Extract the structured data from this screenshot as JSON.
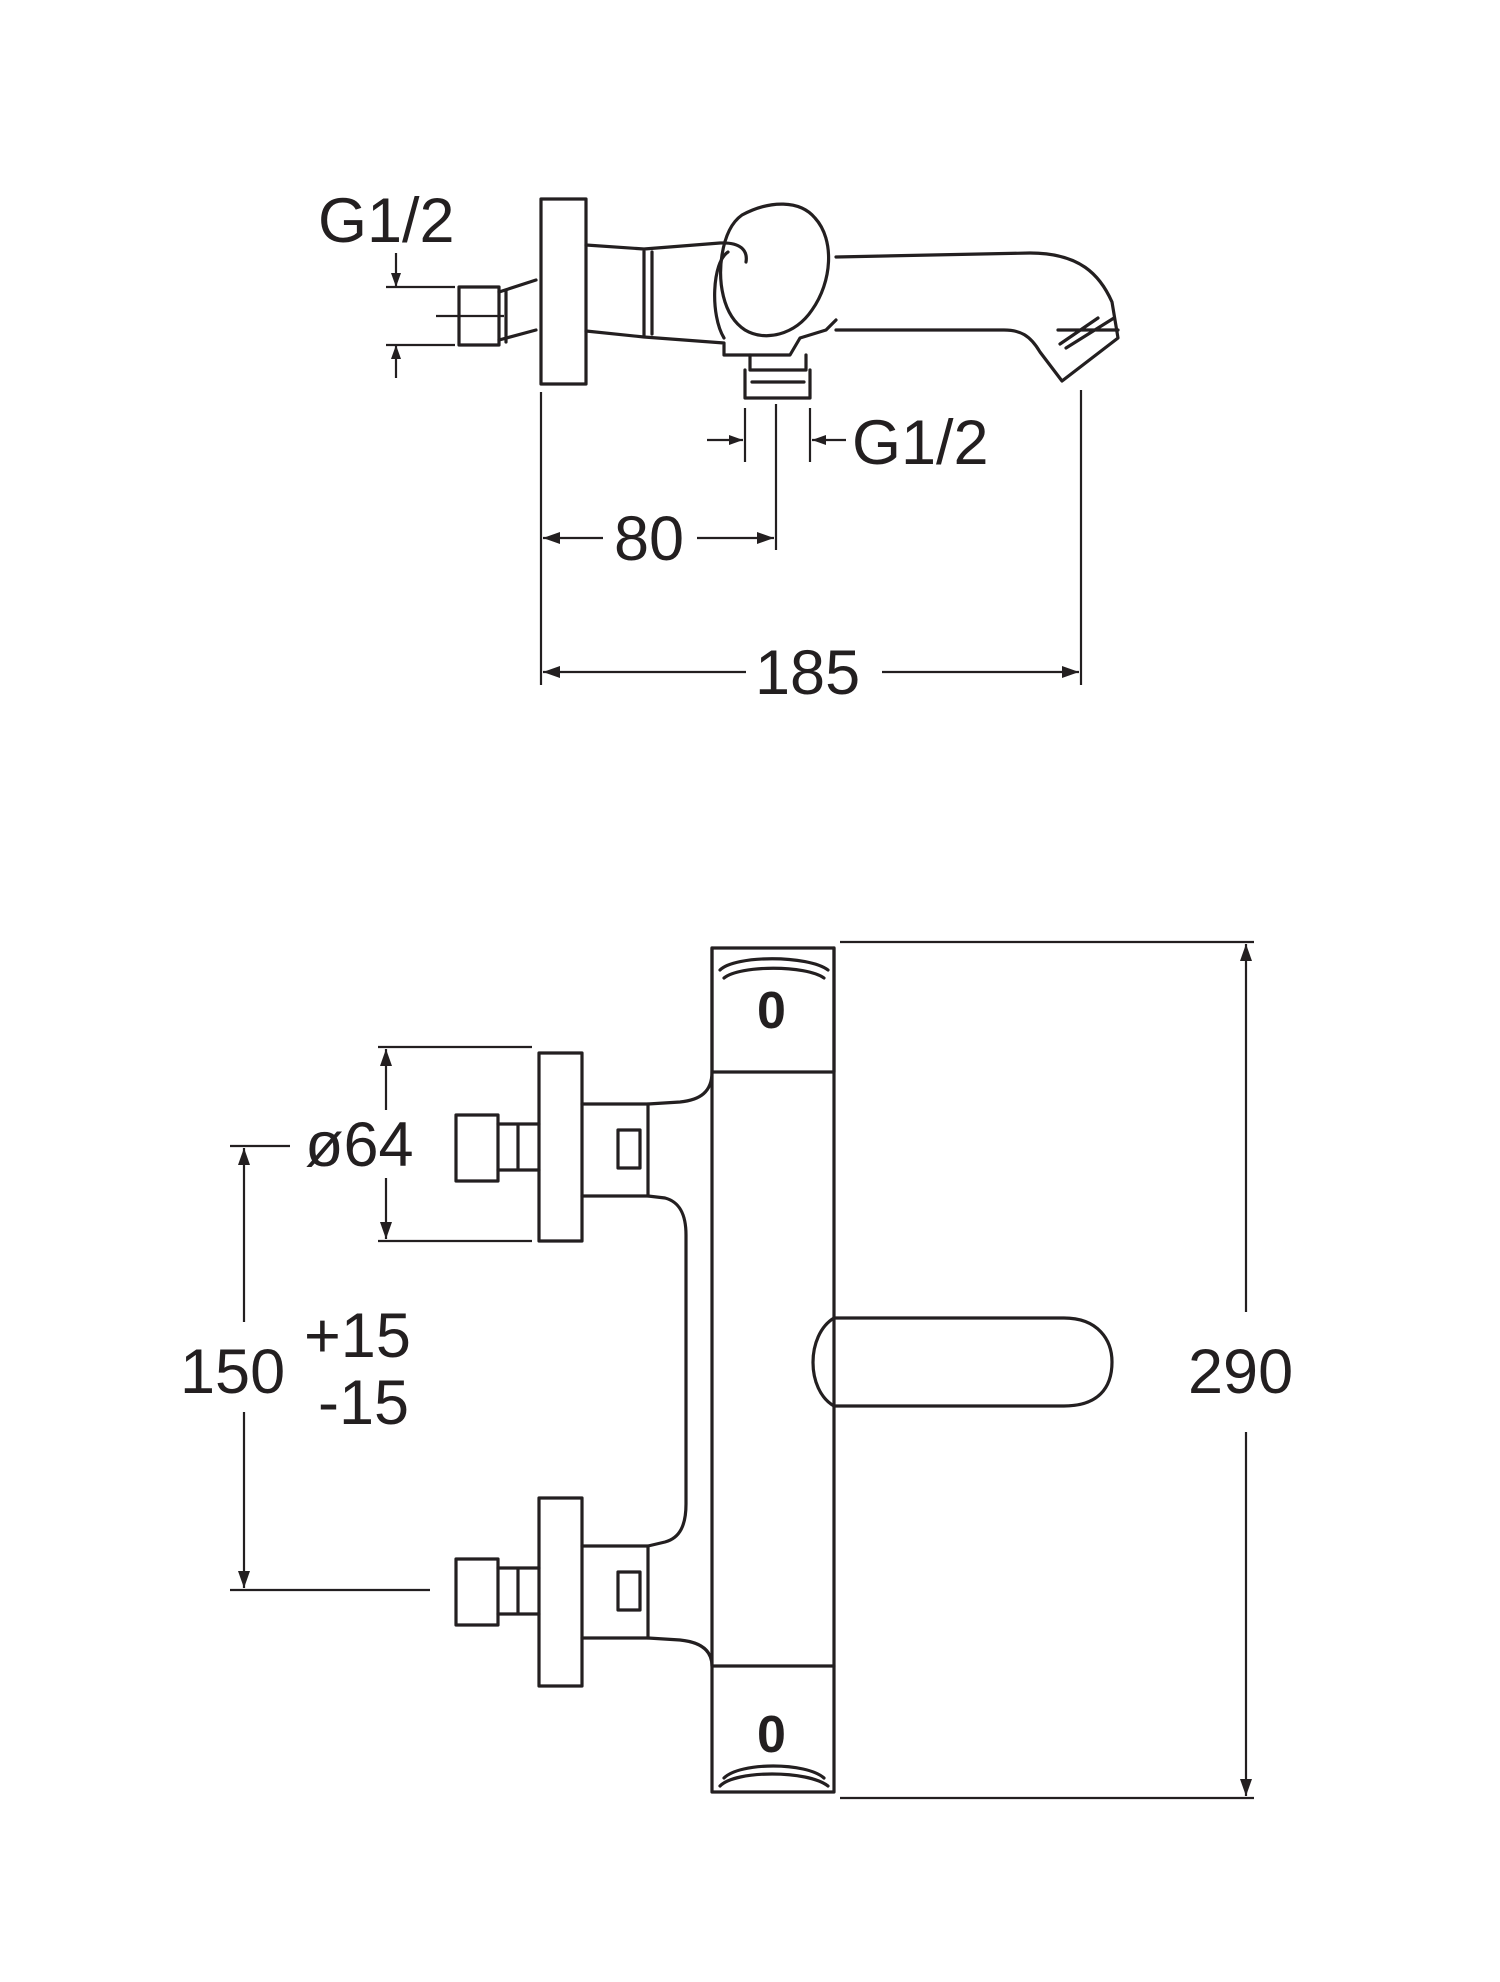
{
  "top_view": {
    "inlet_thread_label": "G1/2",
    "outlet_thread_label": "G1/2",
    "inlet_to_outlet_dimension": "80",
    "overall_projection_dimension": "185"
  },
  "front_view": {
    "flange_diameter_label": "ø64",
    "center_distance_label": "150",
    "tolerance_plus": "+15",
    "tolerance_minus": "-15",
    "overall_height_dimension": "290",
    "scale_mark_top": "0",
    "scale_mark_bottom": "0"
  }
}
